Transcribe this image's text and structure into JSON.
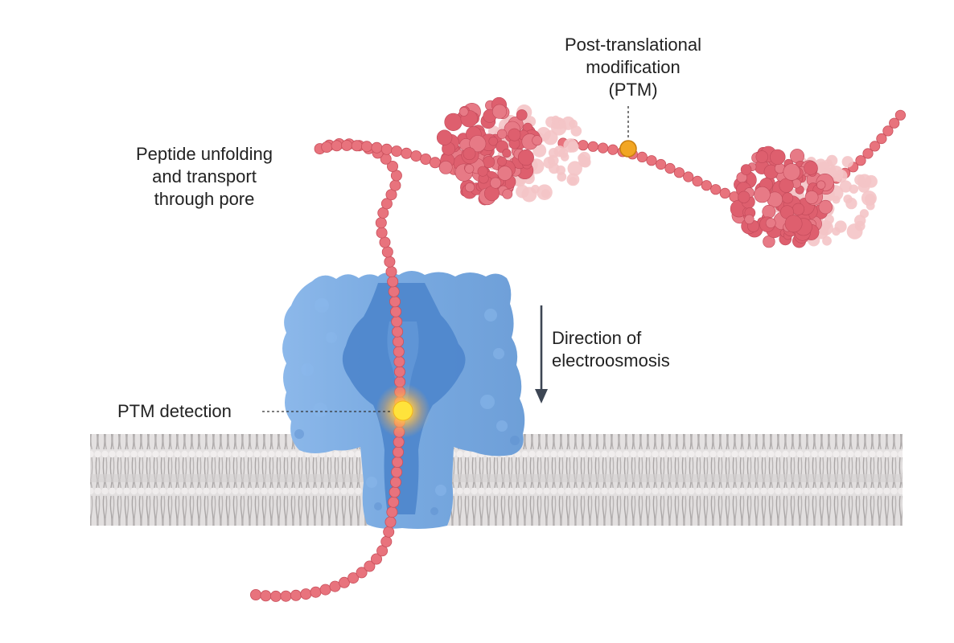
{
  "labels": {
    "ptm_modification": [
      "Post-translational",
      "modification",
      "(PTM)"
    ],
    "peptide_unfolding": [
      "Peptide unfolding",
      "and transport",
      "through pore"
    ],
    "direction": [
      "Direction of",
      "electroosmosis"
    ],
    "ptm_detection": "PTM detection"
  },
  "colors": {
    "peptide_bead": "#e8737d",
    "protein_dark": "#de5f6e",
    "protein_light": "#f4c4c6",
    "ptm_bead": "#f2a623",
    "pore": "#79abe2",
    "pore_inner": "#4e86cc",
    "membrane": "#cfcccc",
    "arrow": "#3d4654",
    "glow": "#ffd23f"
  }
}
